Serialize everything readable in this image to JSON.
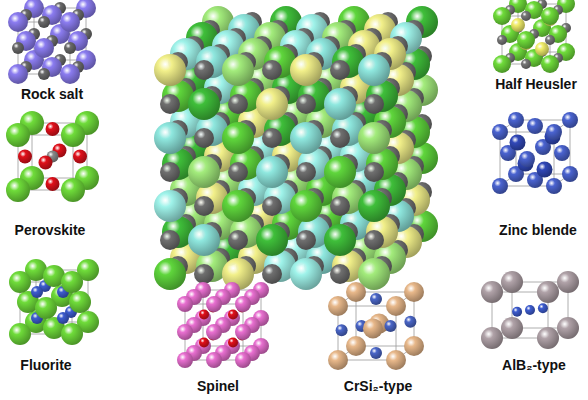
{
  "diagram": {
    "labels": [
      "Rock salt",
      "Half Heusler",
      "Perovskite",
      "Zinc blende",
      "Fluorite",
      "Spinel",
      "CrSi₂-type",
      "AlB₂-type"
    ]
  }
}
